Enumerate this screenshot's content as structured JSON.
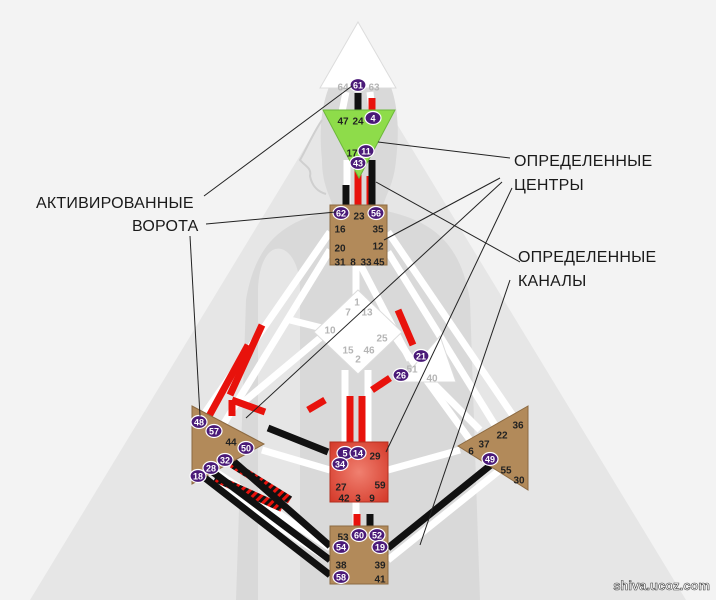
{
  "labels": {
    "activated_gates": [
      "АКТИВИРОВАННЫЕ",
      "ВОРОТА"
    ],
    "defined_centers": [
      "ОПРЕДЕЛЕННЫЕ",
      "ЦЕНТРЫ"
    ],
    "defined_channels": [
      "ОПРЕДЕЛЕННЫЕ",
      "КАНАЛЫ"
    ]
  },
  "watermark": "shiva.ucoz.com",
  "colors": {
    "defined_channel": "#e8120c",
    "personality": "#111111",
    "open_channel": "#ffffff",
    "gate_badge": "#4a1a78",
    "head": "#ffffff",
    "ajna": "#8edc4a",
    "throat": "#b28a5a",
    "g_center": "#ffffff",
    "spleen": "#b28a5a",
    "solar_plexus": "#b28a5a",
    "sacral": "#e04a3c",
    "root": "#b28a5a",
    "background": "#f3f3f3"
  },
  "centers": {
    "head": {
      "gates": [
        "64",
        "61",
        "63"
      ]
    },
    "ajna": {
      "gates": [
        "47",
        "24",
        "4",
        "17",
        "11",
        "43"
      ]
    },
    "throat": {
      "gates": [
        "62",
        "23",
        "56",
        "16",
        "35",
        "20",
        "12",
        "31",
        "8",
        "33",
        "45"
      ]
    },
    "g": {
      "gates": [
        "1",
        "7",
        "13",
        "10",
        "25",
        "15",
        "46",
        "2"
      ]
    },
    "ego": {
      "gates": [
        "21",
        "51",
        "26",
        "40"
      ]
    },
    "spleen": {
      "gates": [
        "48",
        "57",
        "44",
        "50",
        "32",
        "28",
        "18"
      ]
    },
    "sacral": {
      "gates": [
        "5",
        "14",
        "29",
        "34",
        "27",
        "59",
        "42",
        "3",
        "9"
      ]
    },
    "solar_plexus": {
      "gates": [
        "36",
        "22",
        "37",
        "6",
        "49",
        "55",
        "30"
      ]
    },
    "root": {
      "gates": [
        "53",
        "60",
        "52",
        "54",
        "19",
        "38",
        "39",
        "58",
        "41"
      ]
    }
  }
}
